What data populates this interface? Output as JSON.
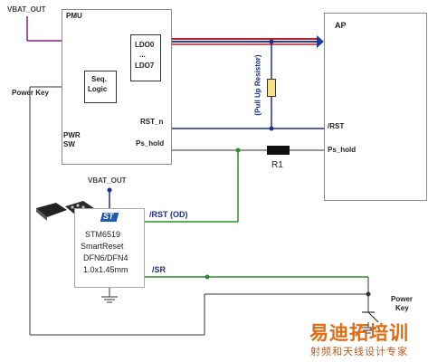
{
  "labels": {
    "vbat_top": "VBAT_OUT",
    "pmu": "PMU",
    "ldo0": "LDO0",
    "ldo_dots": "...",
    "ldo7": "LDO7",
    "seq_line1": "Seq.",
    "seq_line2": "Logic",
    "pwr_line1": "PWR",
    "pwr_line2": "SW",
    "rst_n": "RST_n",
    "ps_hold_pmu": "Ps_hold",
    "power_key_left": "Power Key",
    "ap": "AP",
    "rst_ap": "/RST",
    "ps_hold_ap": "Ps_hold",
    "pullup": "(Pull Up Resistor)",
    "r1": "R1",
    "vbat_mid": "VBAT_OUT",
    "chip_line1": "STM6519",
    "chip_line2": "SmartReset",
    "chip_line3": "DFN6/DFN4",
    "chip_line4": "1.0x1.45mm",
    "rst_od": "/RST (OD)",
    "sr": "/SR",
    "power_key_right_1": "Power",
    "power_key_right_2": "Key",
    "st_logo": "ST"
  },
  "watermark": {
    "line1": "易迪拓培训",
    "line2": "射频和天线设计专家"
  },
  "colors": {
    "bus_red": "#c0202a",
    "bus_blue": "#1f3aa0",
    "wire_purple": "#8a1f8a",
    "wire_navy": "#1c2f8a",
    "wire_green": "#2f8a2f",
    "wire_dark": "#333333",
    "resistor_fill": "#f6e08a",
    "watermark": "#e26a10"
  }
}
